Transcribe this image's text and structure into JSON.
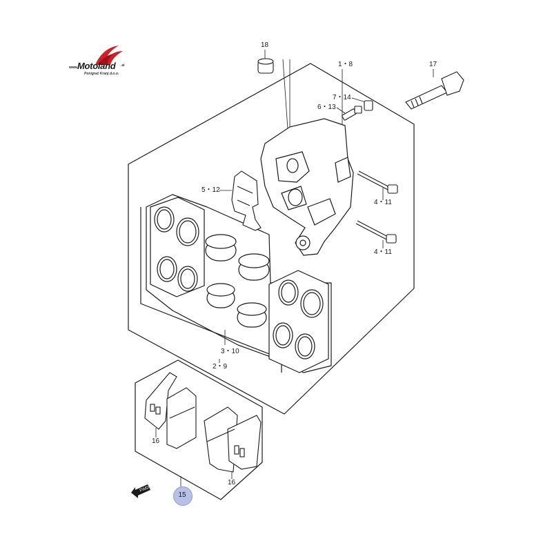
{
  "brand": {
    "name": "Motoland",
    "www": "www.",
    "tld": ".si",
    "subtitle": "Ponigrač Kranj d.o.o.",
    "accent_color": "#d0202a"
  },
  "direction_marker": {
    "text": "FWD",
    "icon": "forward-arrow-icon"
  },
  "parts": [
    {
      "id": "p18",
      "label": "18"
    },
    {
      "id": "p1-8",
      "label": "1・8"
    },
    {
      "id": "p17",
      "label": "17"
    },
    {
      "id": "p7-14",
      "label": "7・14"
    },
    {
      "id": "p6-13",
      "label": "6・13"
    },
    {
      "id": "p5-12",
      "label": "5・12"
    },
    {
      "id": "p4-11a",
      "label": "4・11"
    },
    {
      "id": "p4-11b",
      "label": "4・11"
    },
    {
      "id": "p3-10",
      "label": "3・10"
    },
    {
      "id": "p2-9",
      "label": "2・9"
    },
    {
      "id": "p16a",
      "label": "16"
    },
    {
      "id": "p16b",
      "label": "16"
    }
  ],
  "highlight": {
    "label": "15",
    "color": "#b7c0e6"
  }
}
